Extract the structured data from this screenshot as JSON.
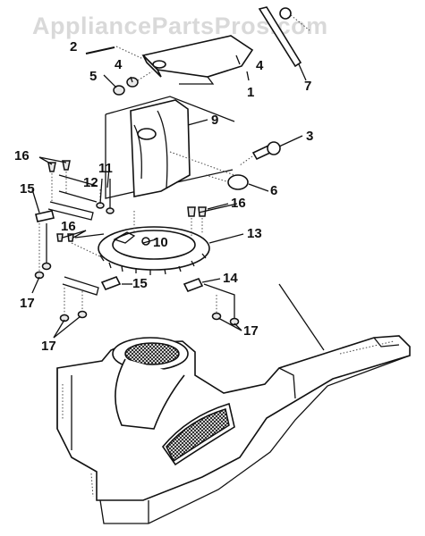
{
  "watermark": "AppliancePartsPros.com",
  "part_numbers": {
    "p1": "1",
    "p2": "2",
    "p3": "3",
    "p4a": "4",
    "p4b": "4",
    "p5": "5",
    "p6": "6",
    "p7": "7",
    "p9": "9",
    "p10": "10",
    "p11": "11",
    "p12": "12",
    "p13": "13",
    "p14": "14",
    "p15a": "15",
    "p15b": "15",
    "p16a": "16",
    "p16b": "16",
    "p16c": "16",
    "p17a": "17",
    "p17b": "17",
    "p17c": "17"
  },
  "colors": {
    "line": "#111111",
    "watermark": "#d9d9d9",
    "background": "#ffffff"
  }
}
